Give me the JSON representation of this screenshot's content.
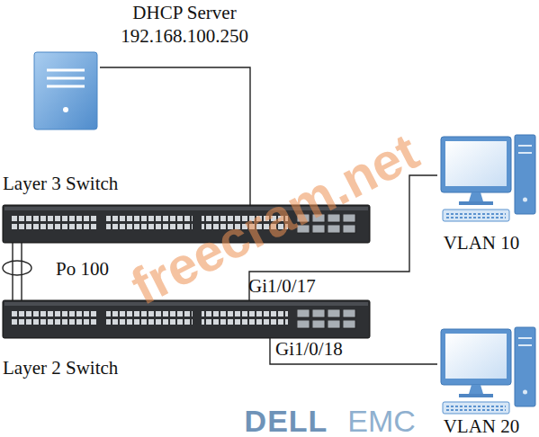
{
  "diagram": {
    "nodes": [
      {
        "text": [
          "DHCP Server",
          "192.168.100.250"
        ]
      },
      {
        "text": [
          "Layer 3 Switch"
        ]
      },
      {
        "text": [
          "Layer 2 Switch"
        ]
      },
      {
        "text": [
          "VLAN 10"
        ]
      },
      {
        "text": [
          "VLAN 20"
        ]
      }
    ],
    "edges": [
      {
        "from": 0,
        "to": 1,
        "arrow": "none"
      },
      {
        "from": 1,
        "to": 2,
        "label": "Po 100",
        "arrow": "none"
      },
      {
        "from": 2,
        "to": 3,
        "label": "Gi1/0/17",
        "arrow": "none"
      },
      {
        "from": 2,
        "to": 4,
        "label": "Gi1/0/18",
        "arrow": "none"
      }
    ],
    "labels": [
      "freecram.net",
      "DELL",
      "EMC"
    ]
  }
}
